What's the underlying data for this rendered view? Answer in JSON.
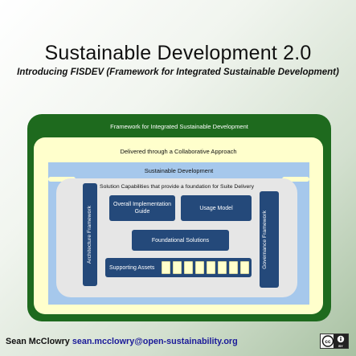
{
  "slide": {
    "title": "Sustainable Development 2.0",
    "subtitle": "Introducing FISDEV (Framework for Integrated Sustainable Development)"
  },
  "diagram": {
    "outer_label": "Framework for Integrated Sustainable Development",
    "collab_label": "Delivered through a Collaborative Approach",
    "sd_label": "Sustainable Development",
    "solcap_label": "Solution Capabilities that provide a foundation for Suite Delivery",
    "architecture_label": "Architecture Framework",
    "governance_label": "Governance Framework",
    "implementation_label": "Overall Implementation Guide",
    "usage_label": "Usage Model",
    "foundational_label": "Foundational Solutions",
    "supporting_label": "Supporting Assets",
    "supporting_asset_count": 8
  },
  "footer": {
    "author": "Sean McClowry",
    "email": "sean.mcclowry@open-sustainability.org",
    "license_icon": "cc-by-icon",
    "license_text": "BY"
  },
  "colors": {
    "outer": "#1e6a1e",
    "collab": "#ffffcc",
    "sustainable": "#a6c8ec",
    "capabilities": "#e6e6e6",
    "component": "#24497a"
  }
}
